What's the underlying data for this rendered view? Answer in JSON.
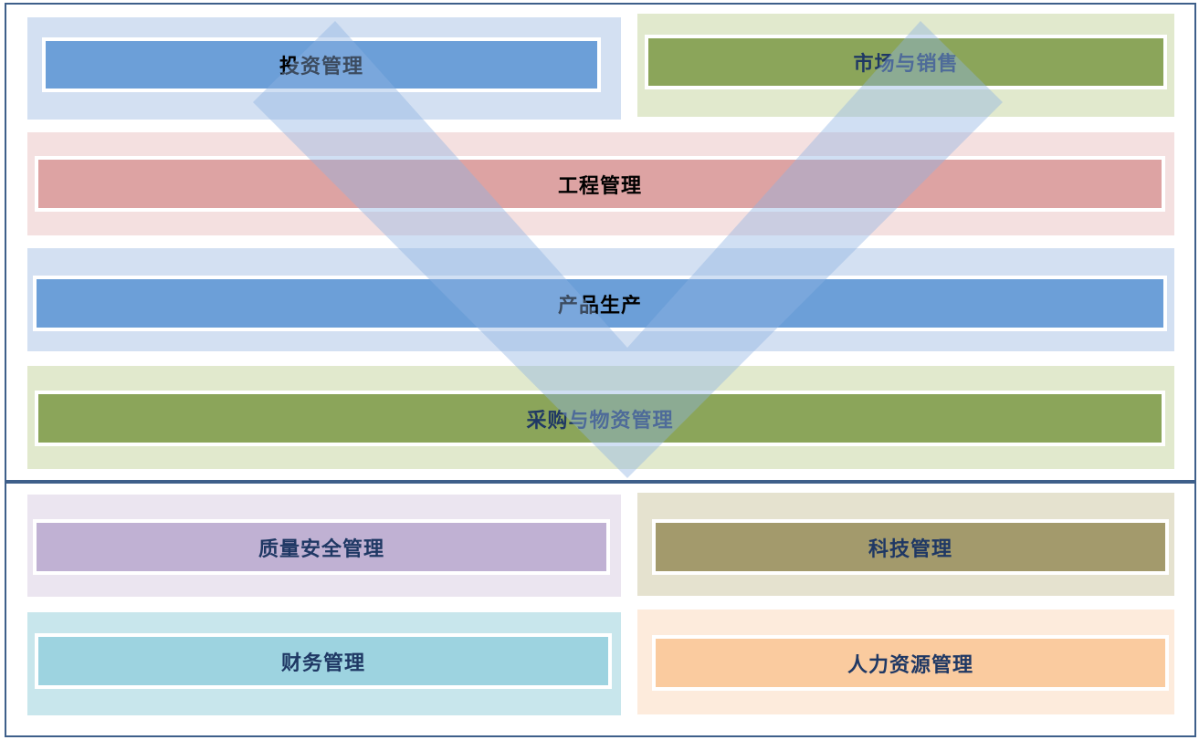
{
  "colors": {
    "frame_border": "#3e5f8a",
    "blue_panel": "#d3e0f2",
    "blue_bar": "#6c9fd8",
    "green_panel": "#e1e9cd",
    "green_bar": "#8ba55a",
    "pink_panel": "#f4e0e0",
    "pink_bar": "#dda3a3",
    "purple_panel": "#ebe5f0",
    "purple_bar": "#c0b1d3",
    "olive_panel": "#e5e2cf",
    "olive_bar": "#a39a6c",
    "cyan_panel": "#c8e6ec",
    "cyan_bar": "#9dd3e0",
    "peach_panel": "#fdebdc",
    "peach_bar": "#facb9f",
    "arrow_fill": "#8fb2e3"
  },
  "upper_section": {
    "investment": "投资管理",
    "marketing": "市场与销售",
    "engineering": "工程管理",
    "production": "产品生产",
    "procurement": "采购与物资管理"
  },
  "lower_section": {
    "quality_safety": "质量安全管理",
    "technology": "科技管理",
    "finance": "财务管理",
    "human_resources": "人力资源管理"
  }
}
